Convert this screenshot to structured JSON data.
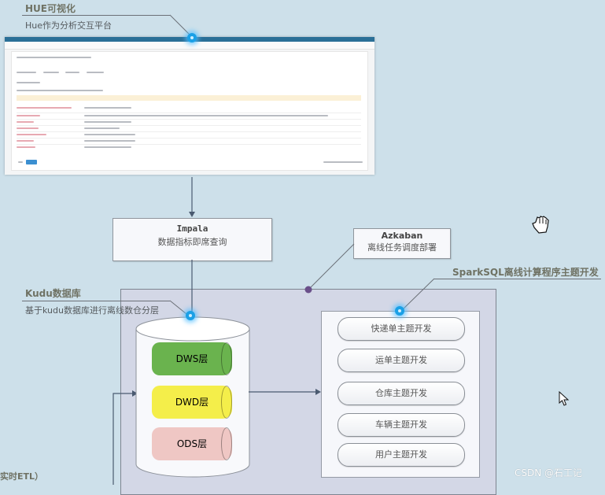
{
  "hue": {
    "title": "HUE可视化",
    "subtitle": "Hue作为分析交互平台"
  },
  "impala": {
    "title": "Impala",
    "subtitle": "数据指标即席查询"
  },
  "azkaban": {
    "title": "Azkaban",
    "subtitle": "离线任务调度部署"
  },
  "kudu": {
    "title": "Kudu数据库",
    "subtitle": "基于kudu数据库进行离线数仓分层"
  },
  "sparksql": {
    "title": "SparkSQL离线计算程序主题开发"
  },
  "layers": [
    {
      "label": "DWS层",
      "color": "#6ab34e"
    },
    {
      "label": "DWD层",
      "color": "#f4ee4a"
    },
    {
      "label": "ODS层",
      "color": "#efc7c4"
    }
  ],
  "topics": [
    {
      "label": "快递单主题开发"
    },
    {
      "label": "运单主题开发"
    },
    {
      "label": "仓库主题开发"
    },
    {
      "label": "车辆主题开发"
    },
    {
      "label": "用户主题开发"
    }
  ],
  "etl_label": "实时ETL）",
  "watermark": "CSDN @石工记",
  "icons": {
    "grab_cursor": "hand-cursor-icon",
    "pointer_cursor": "arrow-cursor-icon"
  }
}
